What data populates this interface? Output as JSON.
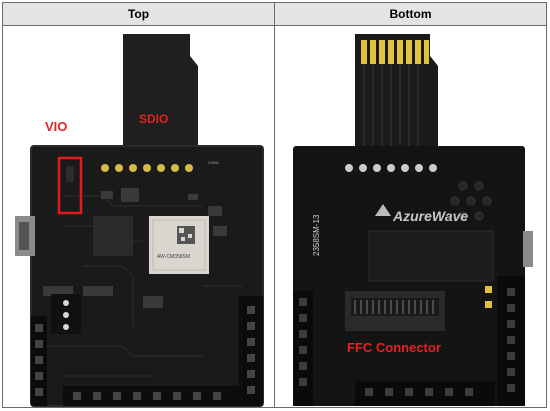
{
  "table": {
    "headers": [
      "Top",
      "Bottom"
    ]
  },
  "top_image": {
    "labels": {
      "vio": "VIO",
      "sdio": "SDIO"
    },
    "module_text": "AW-CM358SM",
    "connector_label": "CON1",
    "colors": {
      "board": "#1a1a1a",
      "pad": "#d8b94a",
      "highlight": "#e01b1b",
      "label": "#e52222"
    }
  },
  "bottom_image": {
    "labels": {
      "ffc": "FFC Connector"
    },
    "brand": "AzureWave",
    "part_number": "2358SM-13",
    "colors": {
      "board": "#141414",
      "gold": "#e2c23a",
      "label": "#e52222"
    }
  }
}
